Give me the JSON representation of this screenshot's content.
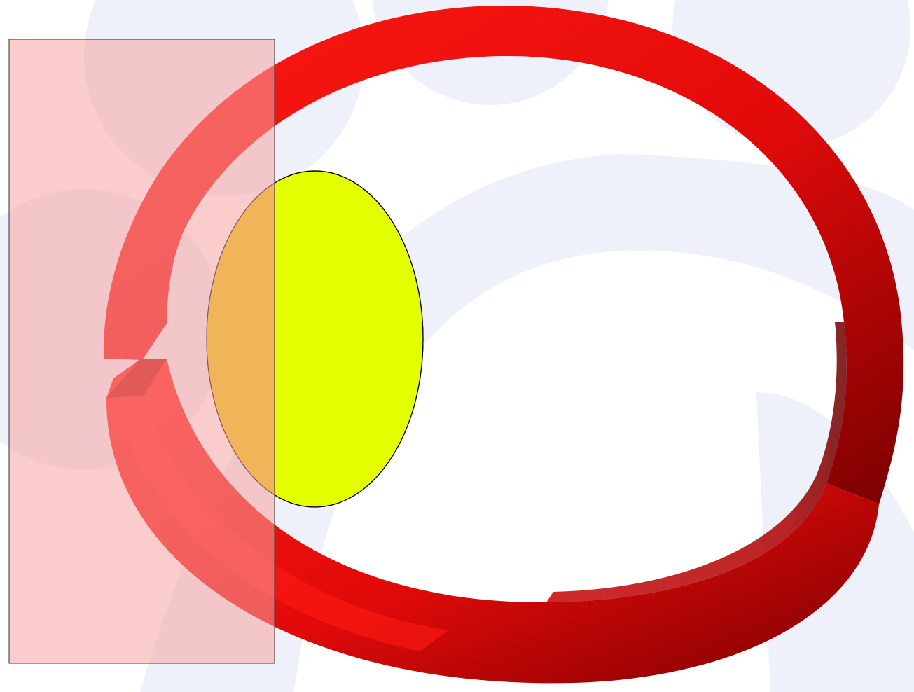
{
  "diagram": {
    "background_color": "#ffffff",
    "watermark_color": "#eef1fa",
    "ring": {
      "shape": "split-ring",
      "color": "#e00a0a",
      "highlight_color": "#ff1a12",
      "shadow_color": "#7a0000"
    },
    "ellipse": {
      "shape": "ellipse",
      "fill_color": "#e4ff00",
      "overlap_color": "#e9cc00",
      "stroke_color": "#000000"
    },
    "rectangle": {
      "shape": "translucent-rectangle",
      "fill_color": "#f7a3a3",
      "opacity": 0.55,
      "stroke_color": "#333333"
    }
  }
}
